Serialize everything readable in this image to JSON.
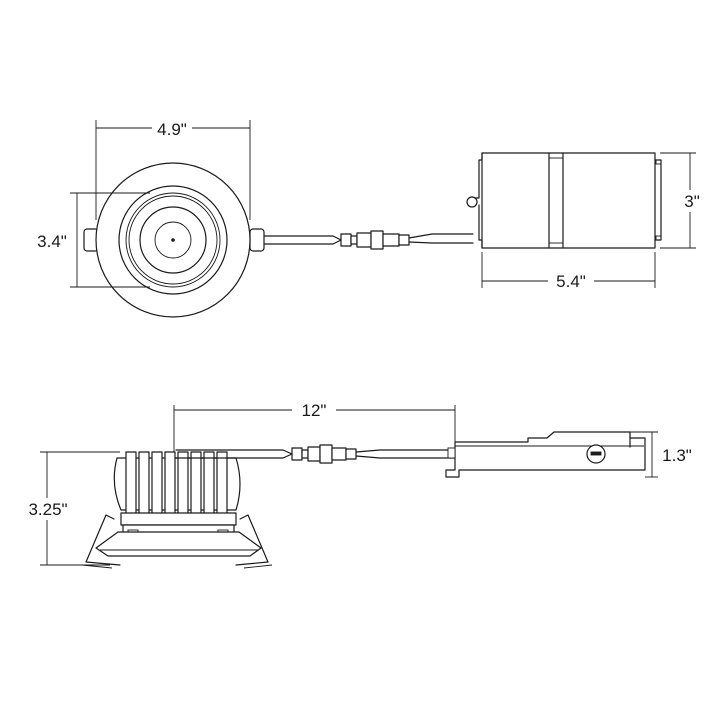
{
  "dimensions": {
    "top_view": {
      "trim_diameter": "4.9\"",
      "cutout_height": "3.4\"",
      "junction_box_height": "3\"",
      "junction_box_length": "5.4\""
    },
    "side_view": {
      "cable_length": "12\"",
      "fixture_height": "3.25\"",
      "junction_box_height": "1.3\""
    }
  }
}
